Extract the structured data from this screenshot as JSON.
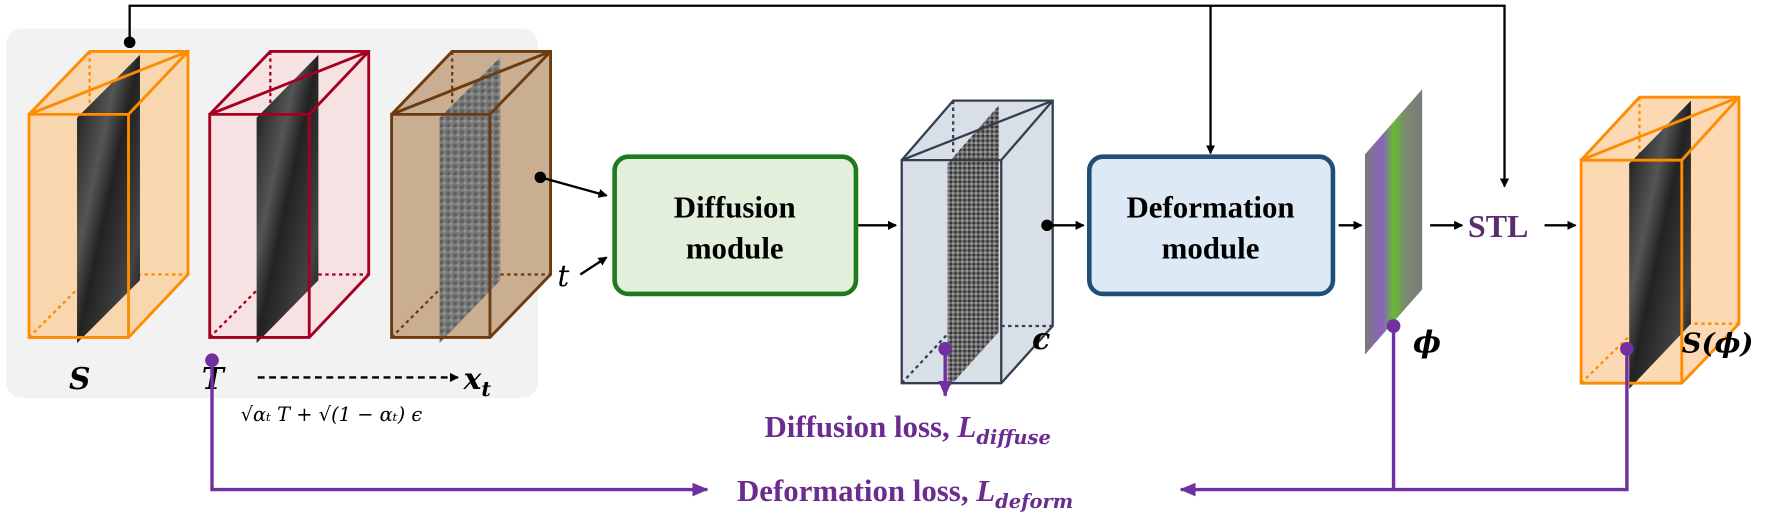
{
  "volumes": {
    "source_label": "S",
    "target_label": "T",
    "noisy_label": "x",
    "noisy_sub": "t",
    "noise_formula": "√αₜ T + √(1 − αₜ) ϵ",
    "timestep_label": "t",
    "condition_label": "c",
    "field_label": "ϕ",
    "warped_label": "S(ϕ)"
  },
  "modules": {
    "diffusion_line1": "Diffusion",
    "diffusion_line2": "module",
    "deformation_line1": "Deformation",
    "deformation_line2": "module",
    "stl": "STL"
  },
  "losses": {
    "diffusion_text": "Diffusion loss, ",
    "diffusion_L": "L",
    "diffusion_sub": "diffuse",
    "deformation_text": "Deformation loss, ",
    "deformation_L": "L",
    "deformation_sub": "deform"
  },
  "colors": {
    "source": "#ff8c00",
    "target": "#a50021",
    "noisy": "#6b3a10",
    "diffusion_border": "#1e7a1e",
    "diffusion_fill": "#e2efda",
    "deformation_border": "#1f4e79",
    "deformation_fill": "#dde9f5",
    "loss": "#7030a0"
  }
}
